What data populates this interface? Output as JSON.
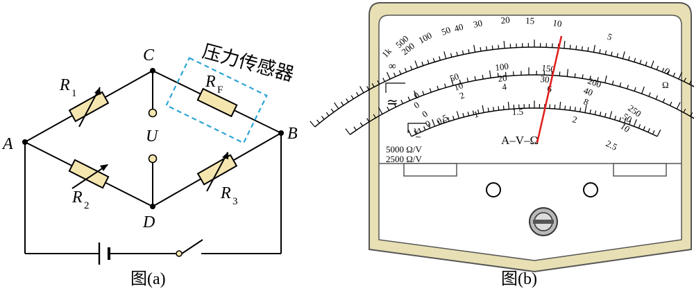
{
  "figure_a": {
    "caption": "图(a)",
    "node_a": "A",
    "node_b": "B",
    "node_c": "C",
    "node_d": "D",
    "voltage_label": "U",
    "sensor_label": "压力传感器",
    "r1": {
      "main": "R",
      "sub": "1"
    },
    "r2": {
      "main": "R",
      "sub": "2"
    },
    "r3": {
      "main": "R",
      "sub": "3"
    },
    "rf": {
      "main": "R",
      "sub": "F"
    }
  },
  "figure_b": {
    "caption": "图(b)",
    "center_label": "A–V–Ω",
    "ohm_scale_labels": [
      "1k",
      "500",
      "200",
      "100",
      "50",
      "40",
      "30",
      "20",
      "15",
      "10",
      "5",
      "0"
    ],
    "infinity_label": "∞",
    "ohm_unit": "Ω",
    "dc_scale_labels_250": [
      "0",
      "50",
      "100",
      "150",
      "200",
      "250"
    ],
    "dc_scale_labels_50": [
      "0",
      "10",
      "20",
      "30",
      "40",
      "50"
    ],
    "dc_scale_labels_10": [
      "0",
      "2",
      "4",
      "6",
      "8",
      "10"
    ],
    "ac_scale_labels": [
      "0",
      "0.5",
      "1",
      "1.5",
      "2",
      "2.5"
    ],
    "dc_symbol": "≃",
    "ac_symbol": "V",
    "sensitivity_1": "5000 Ω/V",
    "sensitivity_2": "2500 Ω/V"
  },
  "colors": {
    "wire": "#000000",
    "resistor_fill": "#f5e6b0",
    "terminal_fill": "#f5e6b0",
    "sensor_box": "#2ba3d6",
    "meter_frame": "#e8e0b4",
    "needle": "#e02020"
  }
}
